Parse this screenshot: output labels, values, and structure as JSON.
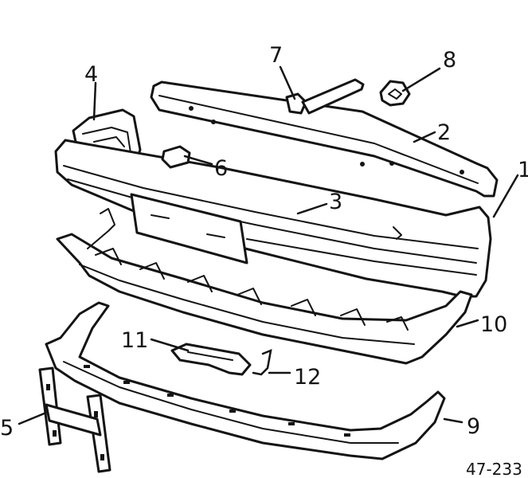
{
  "diagram": {
    "callouts": [
      "1",
      "2",
      "3",
      "4",
      "5",
      "6",
      "7",
      "8",
      "9",
      "10",
      "11",
      "12"
    ],
    "reference_code": "47-233",
    "ink_color": "#141414",
    "paper_color": "#ffffff"
  }
}
